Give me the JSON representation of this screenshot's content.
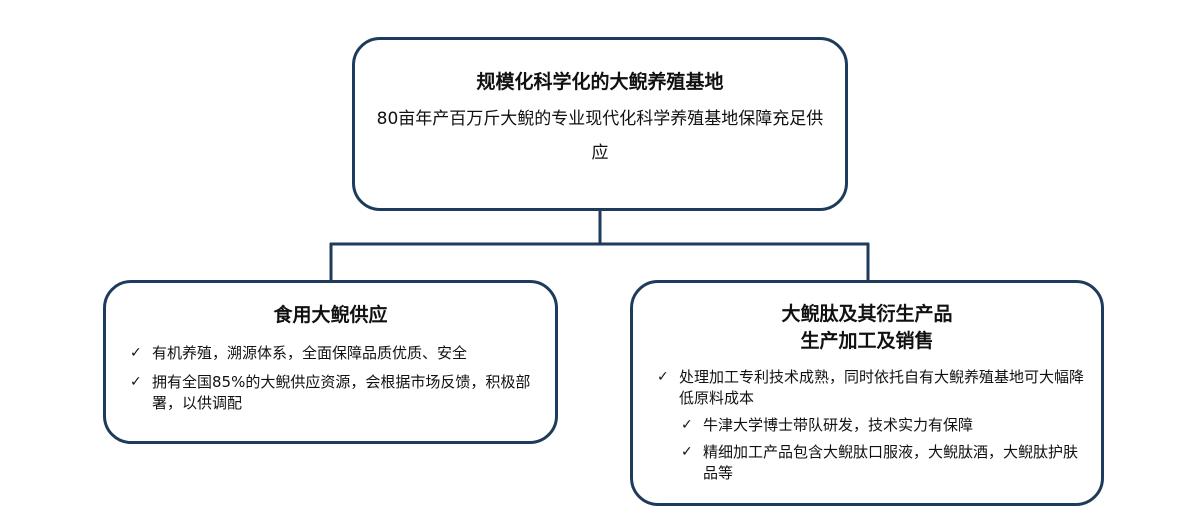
{
  "top": {
    "title": "规模化科学化的大鲵养殖基地",
    "subtitle": "80亩年产百万斤大鲵的专业现代化科学养殖基地保障充足供应"
  },
  "left": {
    "title": "食用大鲵供应",
    "bullets": [
      "有机养殖，溯源体系，全面保障品质优质、安全",
      "拥有全国85%的大鲵供应资源，会根据市场反馈，积极部署，以供调配"
    ]
  },
  "right": {
    "title_line1": "大鲵肽及其衍生产品",
    "title_line2": "生产加工及销售",
    "bullets": [
      "处理加工专利技术成熟，同时依托自有大鲵养殖基地可大幅降低原料成本",
      "牛津大学博士带队研发，技术实力有保障",
      "精细加工产品包含大鲵肽口服液，大鲵肽酒，大鲵肽护肤品等"
    ]
  },
  "check_glyph": "✓",
  "colors": {
    "border": "#1f3b5c",
    "text": "#111111"
  }
}
